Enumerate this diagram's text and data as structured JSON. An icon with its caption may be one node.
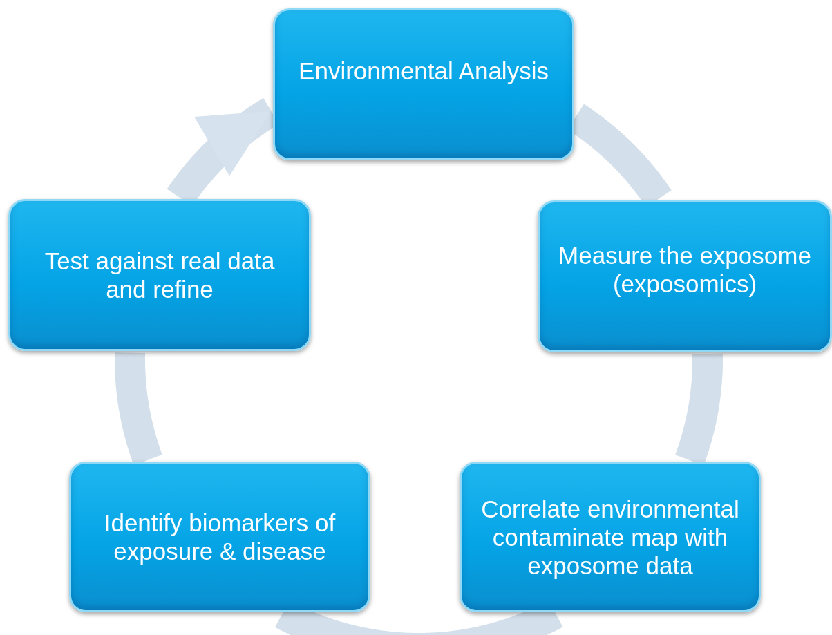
{
  "diagram": {
    "nodes": [
      {
        "text": [
          "Environmental Analysis"
        ]
      },
      {
        "text": [
          "Measure the exposome (exposomics)"
        ]
      },
      {
        "text": [
          "Correlate environmental contaminate map with exposome data"
        ]
      },
      {
        "text": [
          "Identify biomarkers of exposure & disease"
        ]
      },
      {
        "text": [
          "Test against real data and refine"
        ]
      }
    ],
    "edges": [
      {
        "from": 0,
        "to": 1,
        "arrow": "none"
      },
      {
        "from": 1,
        "to": 2,
        "arrow": "none"
      },
      {
        "from": 2,
        "to": 3,
        "arrow": "none"
      },
      {
        "from": 3,
        "to": 4,
        "arrow": "none"
      },
      {
        "from": 4,
        "to": 0,
        "arrow": "to"
      }
    ]
  }
}
